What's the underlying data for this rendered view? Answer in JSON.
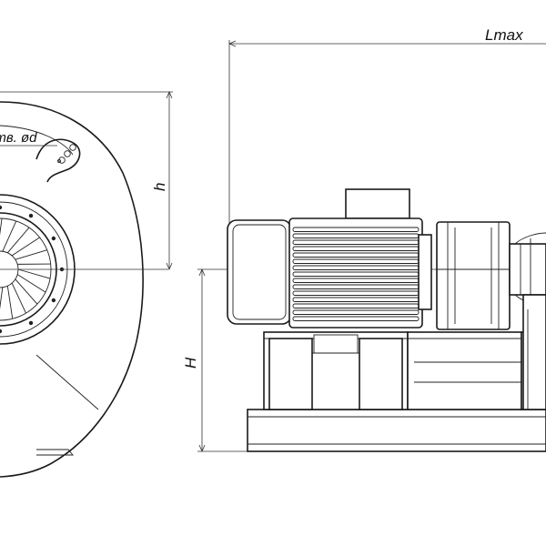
{
  "labels": {
    "lmax": "Lmax",
    "h_lower": "h",
    "h_upper": "H",
    "holes": "отв. ød"
  }
}
